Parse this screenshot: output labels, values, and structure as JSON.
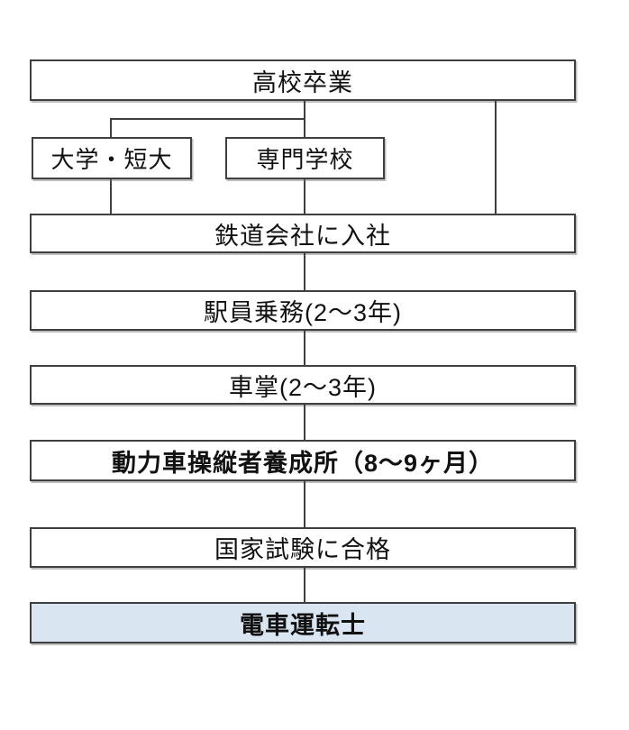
{
  "flowchart": {
    "nodes": {
      "highschool": {
        "label": "高校卒業"
      },
      "university": {
        "label": "大学・短大"
      },
      "vocational": {
        "label": "専門学校"
      },
      "company": {
        "label": "鉄道会社に入社"
      },
      "station": {
        "label": "駅員乗務(2～3年)"
      },
      "conductor": {
        "label": "車掌(2～3年)"
      },
      "training": {
        "label": "動力車操縦者養成所（8～9ヶ月）"
      },
      "exam": {
        "label": "国家試験に合格"
      },
      "driver": {
        "label": "電車運転士"
      }
    },
    "colors": {
      "border": "#3f3f3f",
      "line": "#3f3f3f",
      "box_fill": "#ffffff",
      "highlight_fill": "#d9e5f1",
      "text": "#111111"
    }
  }
}
